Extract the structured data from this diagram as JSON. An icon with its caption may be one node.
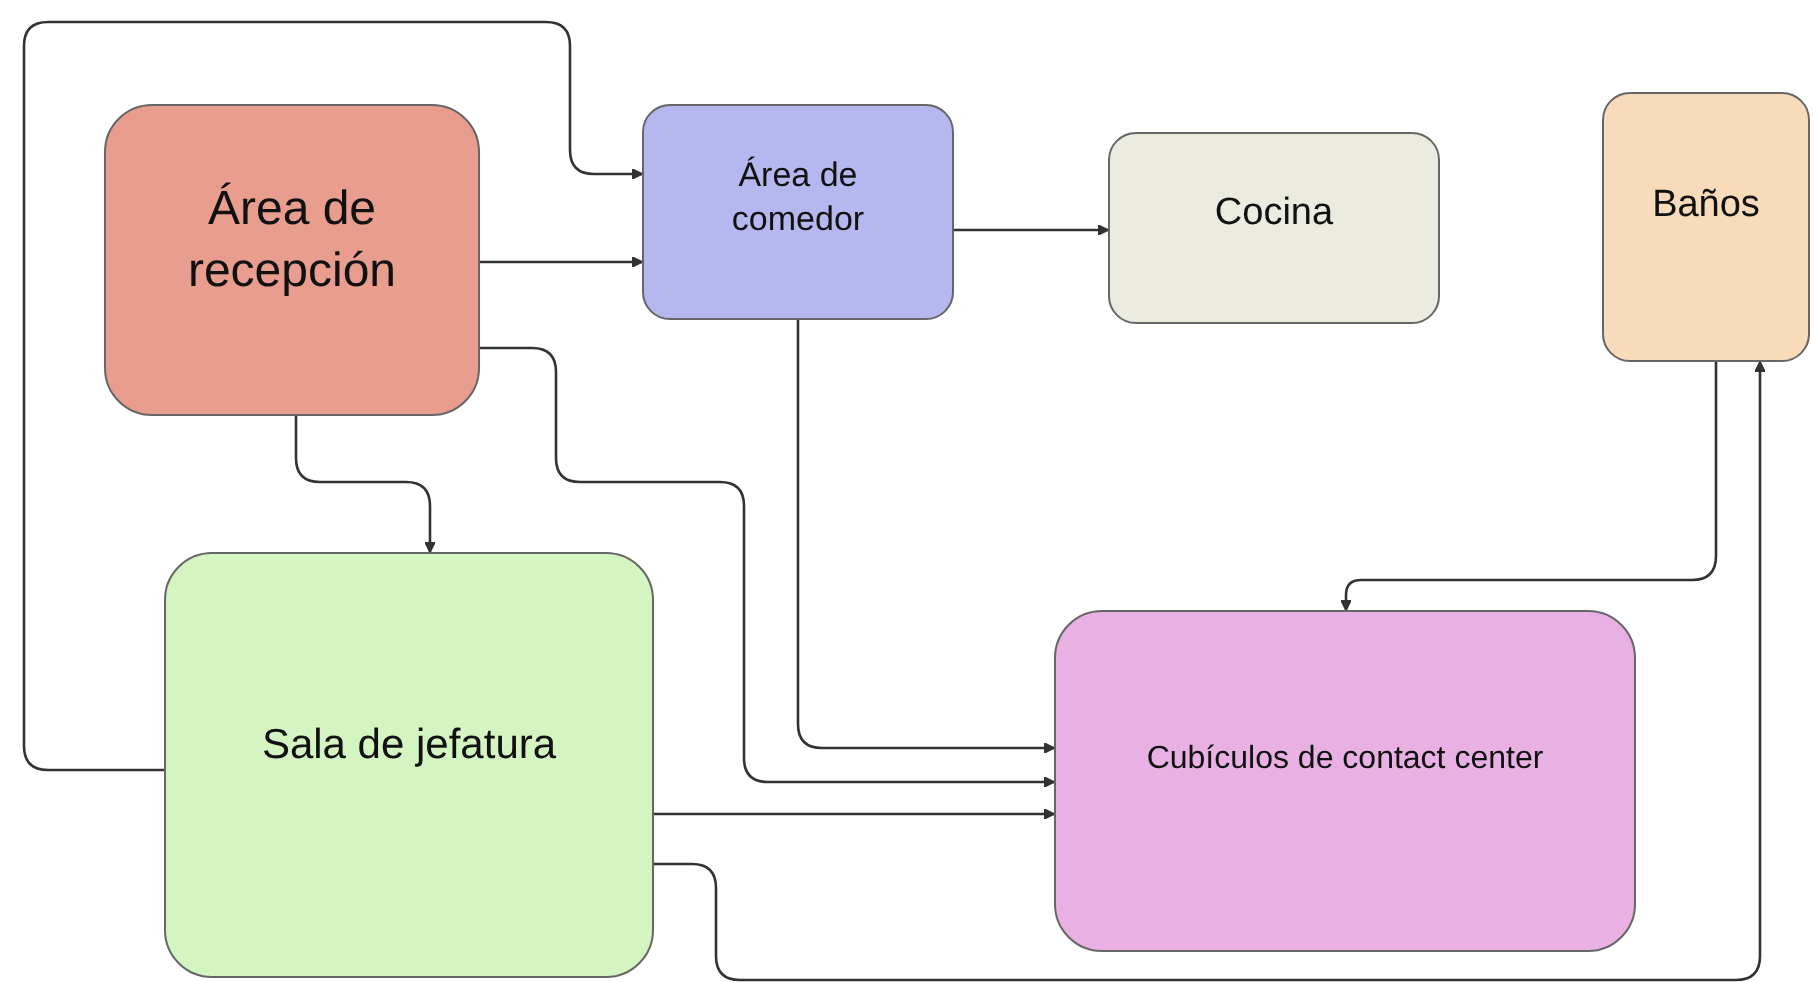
{
  "diagram": {
    "nodes": [
      {
        "text": [
          "Área de recepción"
        ]
      },
      {
        "text": [
          "Área de comedor"
        ]
      },
      {
        "text": [
          "Cocina"
        ]
      },
      {
        "text": [
          "Baños"
        ]
      },
      {
        "text": [
          "Sala de jefatura"
        ]
      },
      {
        "text": [
          "Cubículos de contact center"
        ]
      }
    ],
    "edges": [
      {
        "from": 4,
        "to": 1,
        "arrow": "to"
      },
      {
        "from": 0,
        "to": 1,
        "arrow": "to"
      },
      {
        "from": 1,
        "to": 2,
        "arrow": "to"
      },
      {
        "from": 0,
        "to": 4,
        "arrow": "to"
      },
      {
        "from": 0,
        "to": 5,
        "arrow": "to"
      },
      {
        "from": 1,
        "to": 5,
        "arrow": "to"
      },
      {
        "from": 4,
        "to": 5,
        "arrow": "to"
      },
      {
        "from": 3,
        "to": 5,
        "arrow": "to"
      },
      {
        "from": 4,
        "to": 3,
        "arrow": "to"
      }
    ]
  }
}
